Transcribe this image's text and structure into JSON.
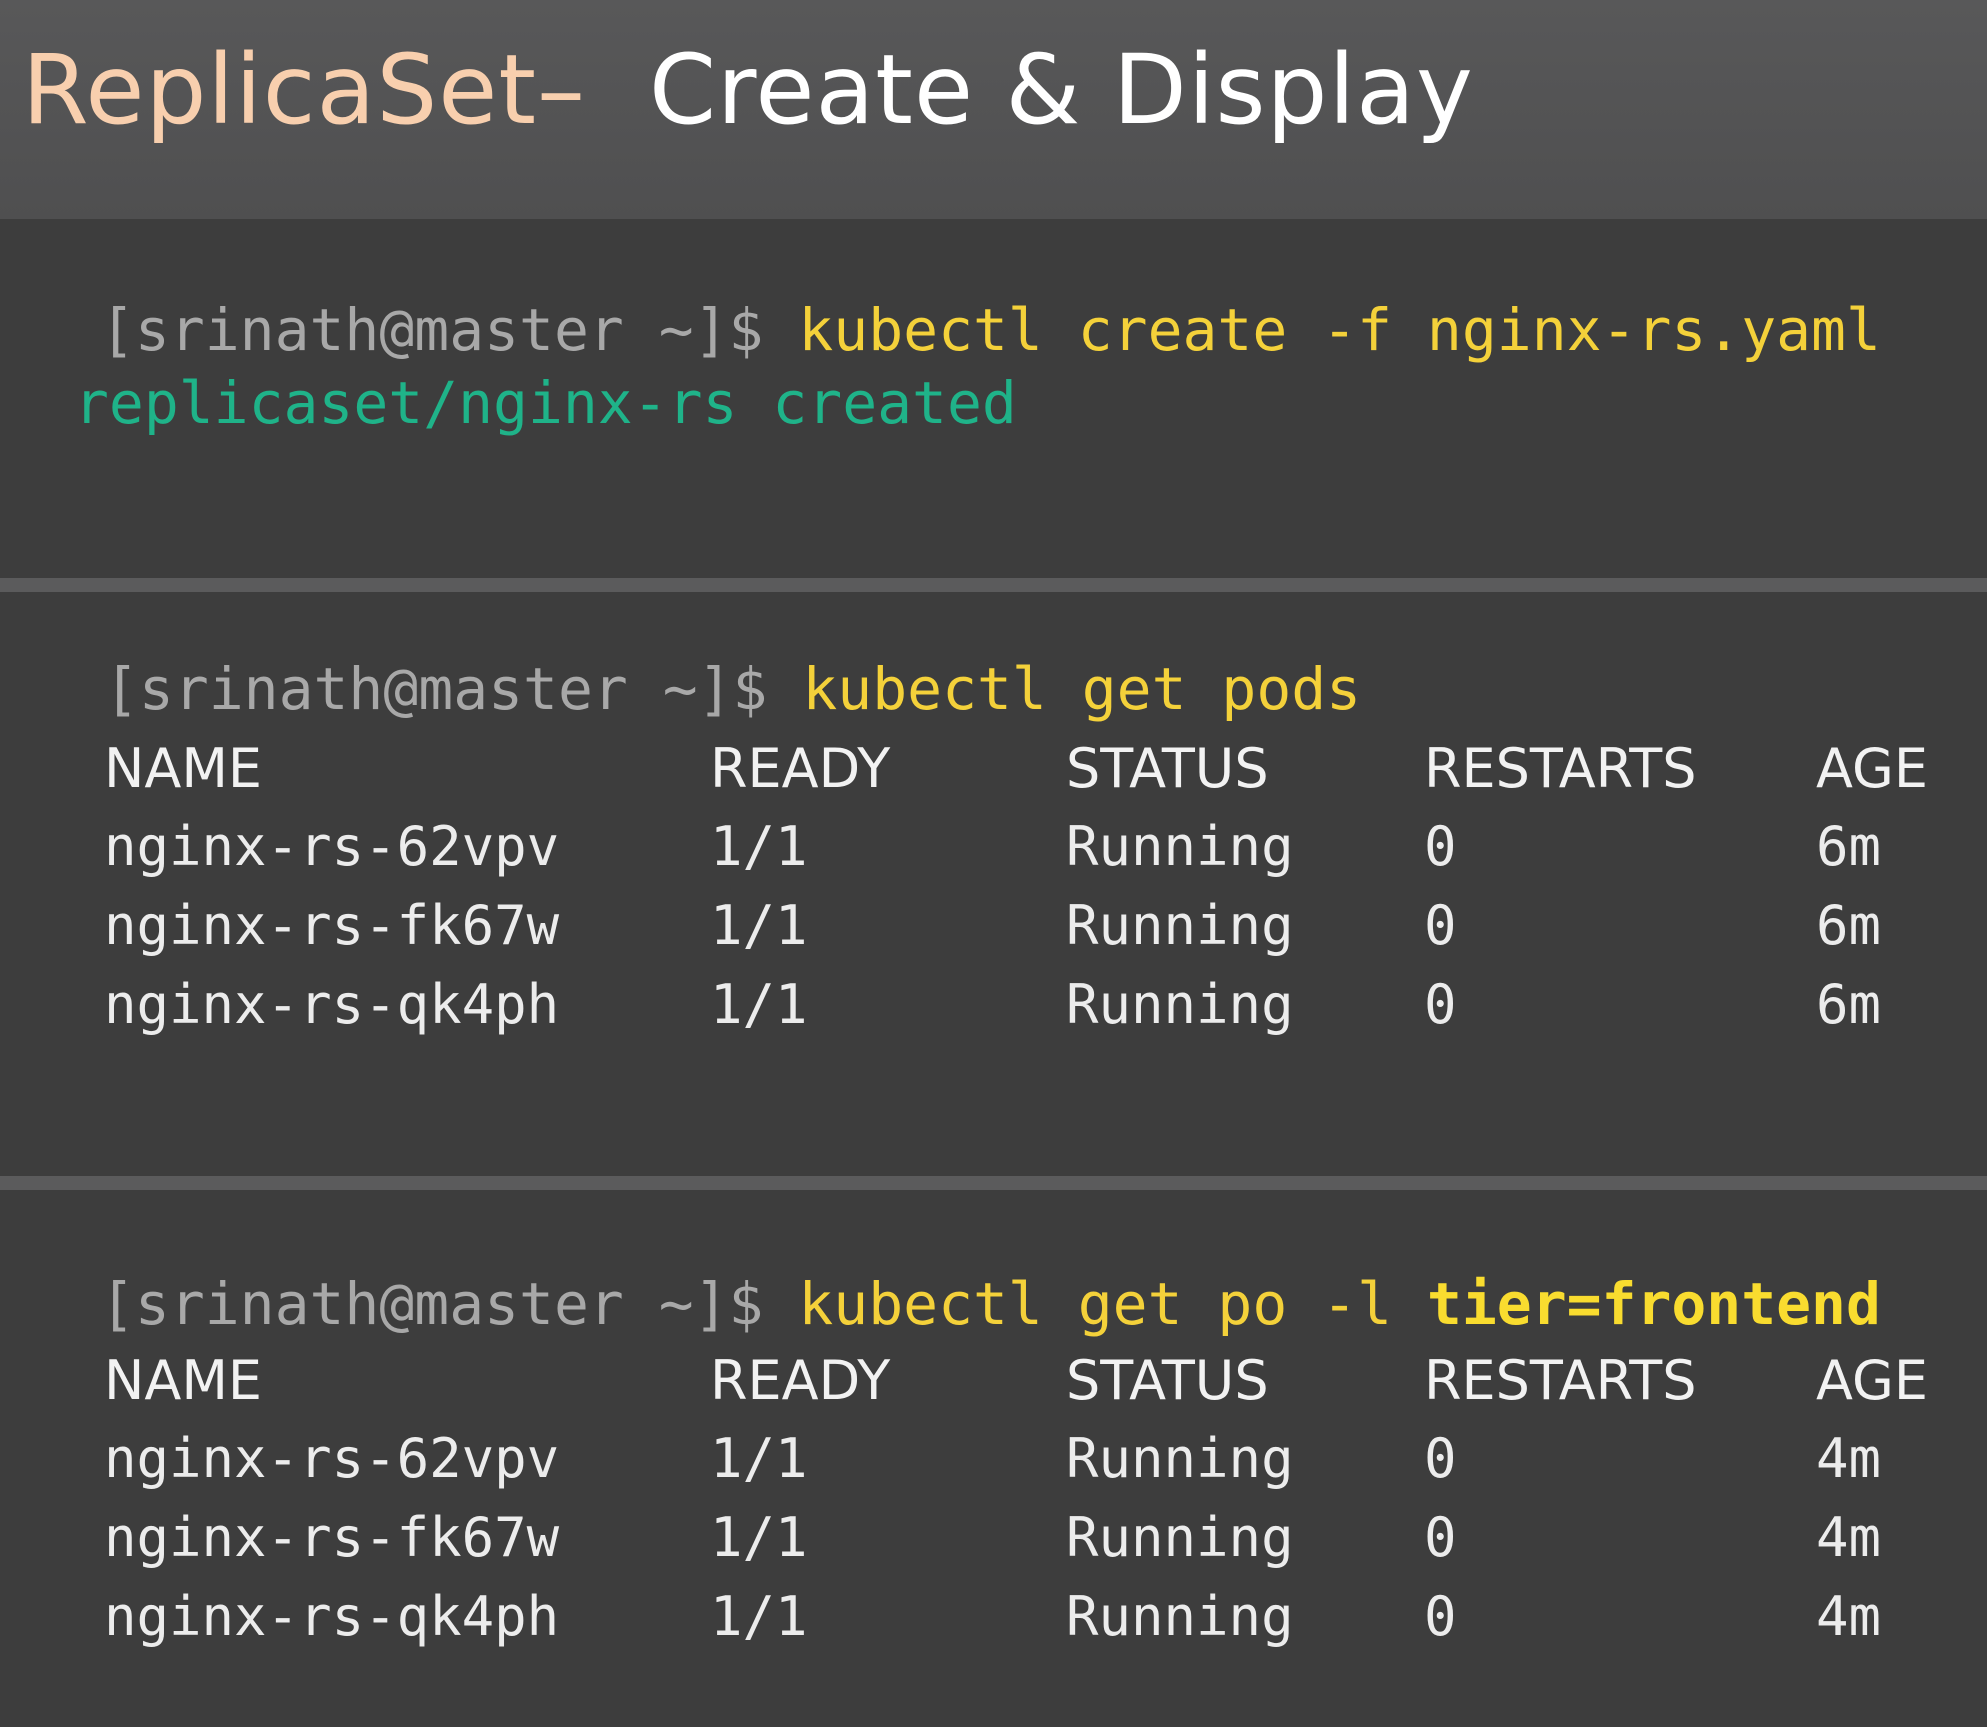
{
  "title": {
    "accent": "ReplicaSet–",
    "main": "Create & Display"
  },
  "block1": {
    "prompt": "[srinath@master ~]$",
    "command": "kubectl create -f nginx-rs.yaml",
    "output": "replicaset/nginx-rs created"
  },
  "block2": {
    "prompt": "[srinath@master ~]$",
    "command": "kubectl get pods",
    "headers": [
      "NAME",
      "READY",
      "STATUS",
      "RESTARTS",
      "AGE"
    ],
    "rows": [
      [
        "nginx-rs-62vpv",
        "1/1",
        "Running",
        "0",
        "6m"
      ],
      [
        "nginx-rs-fk67w",
        "1/1",
        "Running",
        "0",
        "6m"
      ],
      [
        "nginx-rs-qk4ph",
        "1/1",
        "Running",
        "0",
        "6m"
      ]
    ]
  },
  "block3": {
    "prompt": "[srinath@master ~]$",
    "command": "kubectl get po -l",
    "selector": "tier=frontend",
    "headers": [
      "NAME",
      "READY",
      "STATUS",
      "RESTARTS",
      "AGE"
    ],
    "rows": [
      [
        "nginx-rs-62vpv",
        "1/1",
        "Running",
        "0",
        "4m"
      ],
      [
        "nginx-rs-fk67w",
        "1/1",
        "Running",
        "0",
        "4m"
      ],
      [
        "nginx-rs-qk4ph",
        "1/1",
        "Running",
        "0",
        "4m"
      ]
    ]
  },
  "colors": {
    "title_accent": "#f8cfae",
    "title_main": "#ffffff",
    "prompt": "#a8a8a8",
    "command": "#f4d13a",
    "success_output": "#1fb389",
    "table_text": "#ececec",
    "background": "#3d3d3d",
    "header_background": "#555556"
  }
}
